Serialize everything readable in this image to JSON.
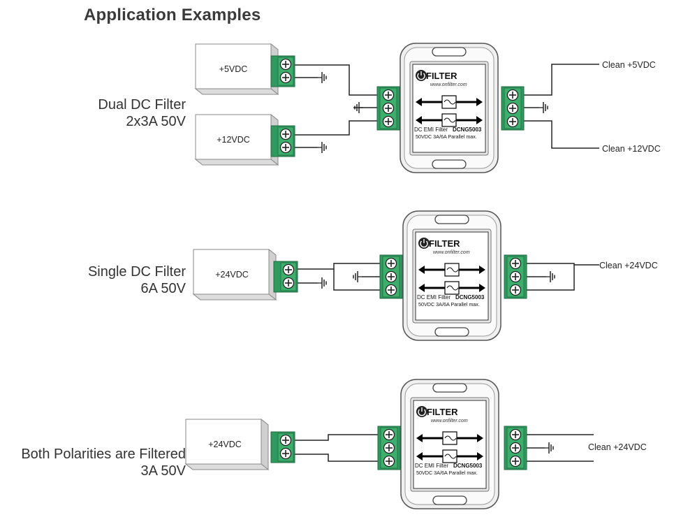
{
  "title": "Application Examples",
  "brand": {
    "logo_text": "FILTER",
    "url": "www.onfilter.com",
    "product_prefix": "DC EMI Filter",
    "product_model": "DCNG5003",
    "rating": "50VDC 3A/6A Parallel max."
  },
  "examples": [
    {
      "label_line1": "Dual DC Filter",
      "label_line2": "2x3A 50V",
      "sources": [
        "+5VDC",
        "+12VDC"
      ],
      "outputs": [
        "Clean +5VDC",
        "Clean +12VDC"
      ]
    },
    {
      "label_line1": "Single DC Filter",
      "label_line2": "6A 50V",
      "sources": [
        "+24VDC"
      ],
      "outputs": [
        "Clean +24VDC"
      ]
    },
    {
      "label_line1": "Both Polarities are Filtered",
      "label_line2": "3A 50V",
      "sources": [
        "+24VDC"
      ],
      "outputs": [
        "Clean +24VDC"
      ]
    }
  ]
}
